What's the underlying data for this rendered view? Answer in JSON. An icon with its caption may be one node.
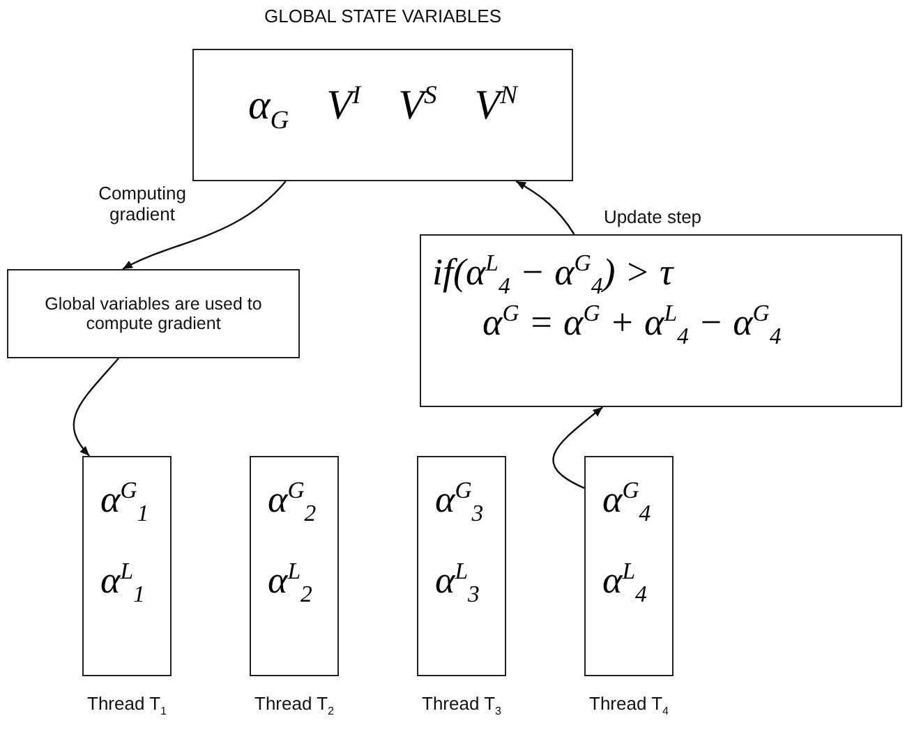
{
  "diagram": {
    "nodes": [
      {
        "text": [
          "GLOBAL STATE VARIABLES",
          "α$_{G}$  V$^{I}$  V$^{S}$  V$^{N}$"
        ]
      },
      {
        "text": [
          "Global variables are used to compute gradient"
        ]
      },
      {
        "text": [
          "if(α$^{L}$$_{4}$ − α$^{G}$$_{4}$) > τ",
          "α$^{G}$ = α$^{G}$ + α$^{L}$$_{4}$ − α$^{G}$$_{4}$"
        ]
      },
      {
        "text": [
          "α$^{G}$$_{1}$",
          "α$^{L}$$_{1}$"
        ],
        "beside": [
          "Thread T$_{1}$"
        ]
      },
      {
        "text": [
          "α$^{G}$$_{2}$",
          "α$^{L}$$_{2}$"
        ],
        "beside": [
          "Thread T$_{2}$"
        ]
      },
      {
        "text": [
          "α$^{G}$$_{3}$",
          "α$^{L}$$_{3}$"
        ],
        "beside": [
          "Thread T$_{3}$"
        ]
      },
      {
        "text": [
          "α$^{G}$$_{4}$",
          "α$^{L}$$_{4}$"
        ],
        "beside": [
          "Thread T$_{4}$"
        ]
      }
    ],
    "edges": [
      {
        "from": 0,
        "to": 1,
        "arrow": "to",
        "label": "Computing gradient"
      },
      {
        "from": 1,
        "to": 3,
        "arrow": "to"
      },
      {
        "from": 6,
        "to": 2,
        "arrow": "to"
      },
      {
        "from": 2,
        "to": 0,
        "arrow": "to",
        "label": "Update step"
      }
    ]
  }
}
